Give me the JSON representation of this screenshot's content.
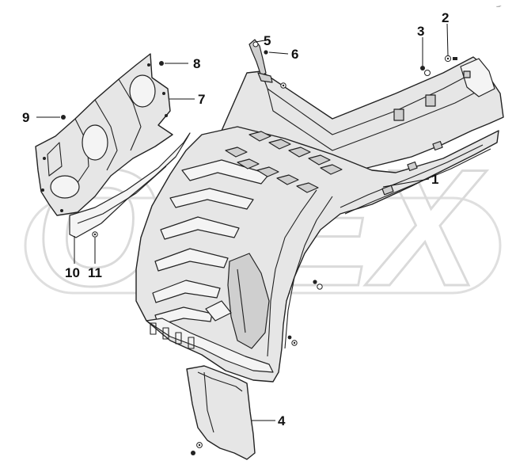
{
  "watermark": {
    "text": "OPEX"
  },
  "corner_mark": {
    "text": "ᐧ̶ᐧ"
  },
  "callouts": [
    {
      "id": "1",
      "label": "1"
    },
    {
      "id": "2",
      "label": "2"
    },
    {
      "id": "3",
      "label": "3"
    },
    {
      "id": "4",
      "label": "4"
    },
    {
      "id": "5",
      "label": "5"
    },
    {
      "id": "6",
      "label": "6"
    },
    {
      "id": "7",
      "label": "7"
    },
    {
      "id": "8",
      "label": "8"
    },
    {
      "id": "9",
      "label": "9"
    },
    {
      "id": "10",
      "label": "10"
    },
    {
      "id": "11",
      "label": "11"
    }
  ],
  "colors": {
    "line": "#222222",
    "part_fill": "#e6e6e6",
    "watermark": "#d6d6d6"
  }
}
